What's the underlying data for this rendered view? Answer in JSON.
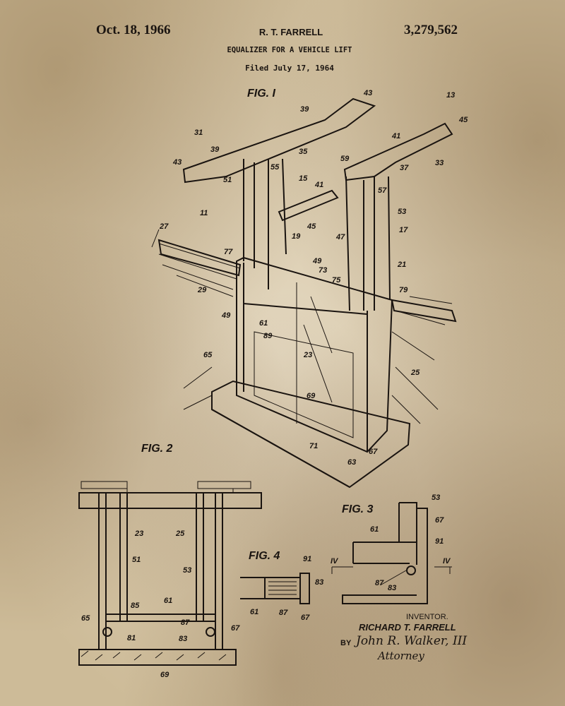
{
  "header": {
    "date": "Oct. 18, 1966",
    "inventor_short": "R. T. FARRELL",
    "patent_number": "3,279,562",
    "title": "EQUALIZER FOR A VEHICLE LIFT",
    "filed": "Filed July 17, 1964"
  },
  "figures": {
    "fig1": "FIG. I",
    "fig2": "FIG. 2",
    "fig3": "FIG. 3",
    "fig4": "FIG. 4"
  },
  "fig1_refs": [
    "43",
    "39",
    "13",
    "45",
    "31",
    "41",
    "39",
    "35",
    "43",
    "59",
    "37",
    "33",
    "55",
    "15",
    "51",
    "41",
    "57",
    "53",
    "11",
    "45",
    "27",
    "17",
    "19",
    "47",
    "77",
    "49",
    "21",
    "73",
    "75",
    "29",
    "79",
    "49",
    "61",
    "89",
    "65",
    "23",
    "25",
    "69",
    "71",
    "63",
    "67"
  ],
  "fig2_refs": [
    "23",
    "25",
    "51",
    "53",
    "61",
    "85",
    "65",
    "87",
    "67",
    "81",
    "83",
    "69"
  ],
  "fig4_refs": [
    "91",
    "83",
    "61",
    "87",
    "67"
  ],
  "fig3_refs": [
    "53",
    "67",
    "61",
    "91",
    "IV",
    "IV",
    "87",
    "83"
  ],
  "signature": {
    "inventor_label": "INVENTOR.",
    "inventor_name": "RICHARD T. FARRELL",
    "by": "BY",
    "attorney_signature": "John R. Walker, III",
    "attorney_label": "Attorney"
  }
}
